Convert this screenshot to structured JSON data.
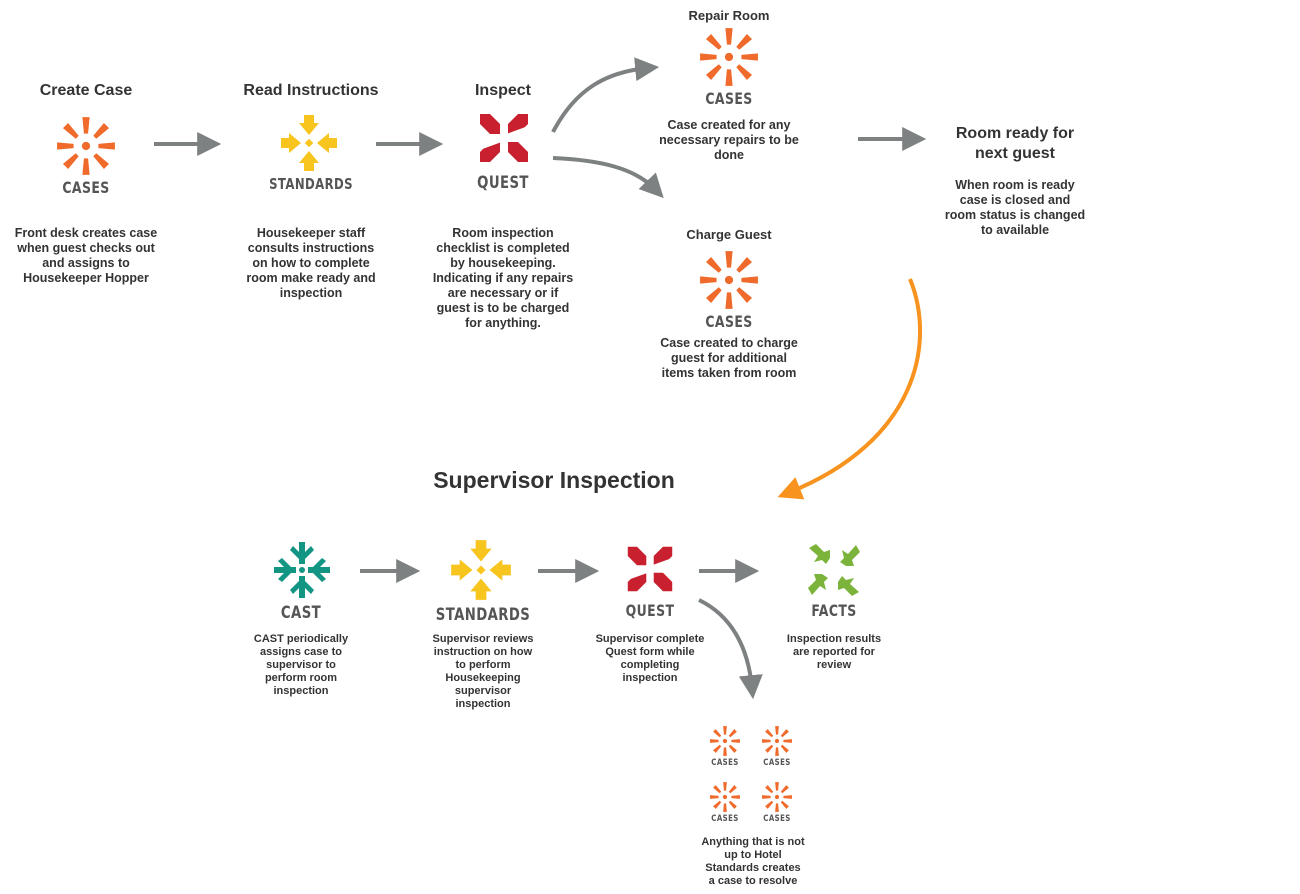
{
  "colors": {
    "cases": "#ef6a2b",
    "standards": "#f7c51e",
    "quest": "#c8202f",
    "cast": "#139583",
    "facts": "#7cb33a",
    "arrow_gray": "#7d8182",
    "arrow_orange": "#f7931e"
  },
  "top_flow": {
    "create_case": {
      "title": "Create Case",
      "logo": "CASES",
      "desc": [
        "Front desk creates case",
        "when guest checks out",
        "and assigns to",
        "Housekeeper Hopper"
      ]
    },
    "read_instructions": {
      "title": "Read Instructions",
      "logo": "STANDARDS",
      "desc": [
        "Housekeeper staff",
        "consults instructions",
        "on how to complete",
        "room make ready and",
        "inspection"
      ]
    },
    "inspect": {
      "title": "Inspect",
      "logo": "QUEST",
      "desc": [
        "Room inspection",
        "checklist is completed",
        "by housekeeping.",
        "Indicating if any repairs",
        "are necessary or if",
        "guest is to be charged",
        "for anything."
      ]
    },
    "repair_room": {
      "title": "Repair Room",
      "logo": "CASES",
      "desc": [
        "Case created for any",
        "necessary repairs to be",
        "done"
      ]
    },
    "charge_guest": {
      "title": "Charge Guest",
      "logo": "CASES",
      "desc": [
        "Case created to charge",
        "guest for additional",
        "items taken from room"
      ]
    },
    "room_ready": {
      "title": [
        "Room ready for",
        "next guest"
      ],
      "desc": [
        "When room is ready",
        "case is closed and",
        "room status is changed",
        "to available"
      ]
    }
  },
  "supervisor": {
    "heading": "Supervisor Inspection",
    "cast": {
      "logo": "CAST",
      "desc": [
        "CAST periodically",
        "assigns case to",
        "supervisor to",
        "perform room",
        "inspection"
      ]
    },
    "standards": {
      "logo": "STANDARDS",
      "desc": [
        "Supervisor reviews",
        "instruction on how",
        "to perform",
        "Housekeeping",
        "supervisor",
        "inspection"
      ]
    },
    "quest": {
      "logo": "QUEST",
      "desc": [
        "Supervisor complete",
        "Quest form while",
        "completing",
        "inspection"
      ]
    },
    "facts": {
      "logo": "FACTS",
      "desc": [
        "Inspection results",
        "are reported for",
        "review"
      ]
    },
    "cases_group": {
      "logos": [
        "CASES",
        "CASES",
        "CASES",
        "CASES"
      ],
      "desc": [
        "Anything that is not",
        "up to Hotel",
        "Standards creates",
        "a case to resolve"
      ]
    }
  }
}
